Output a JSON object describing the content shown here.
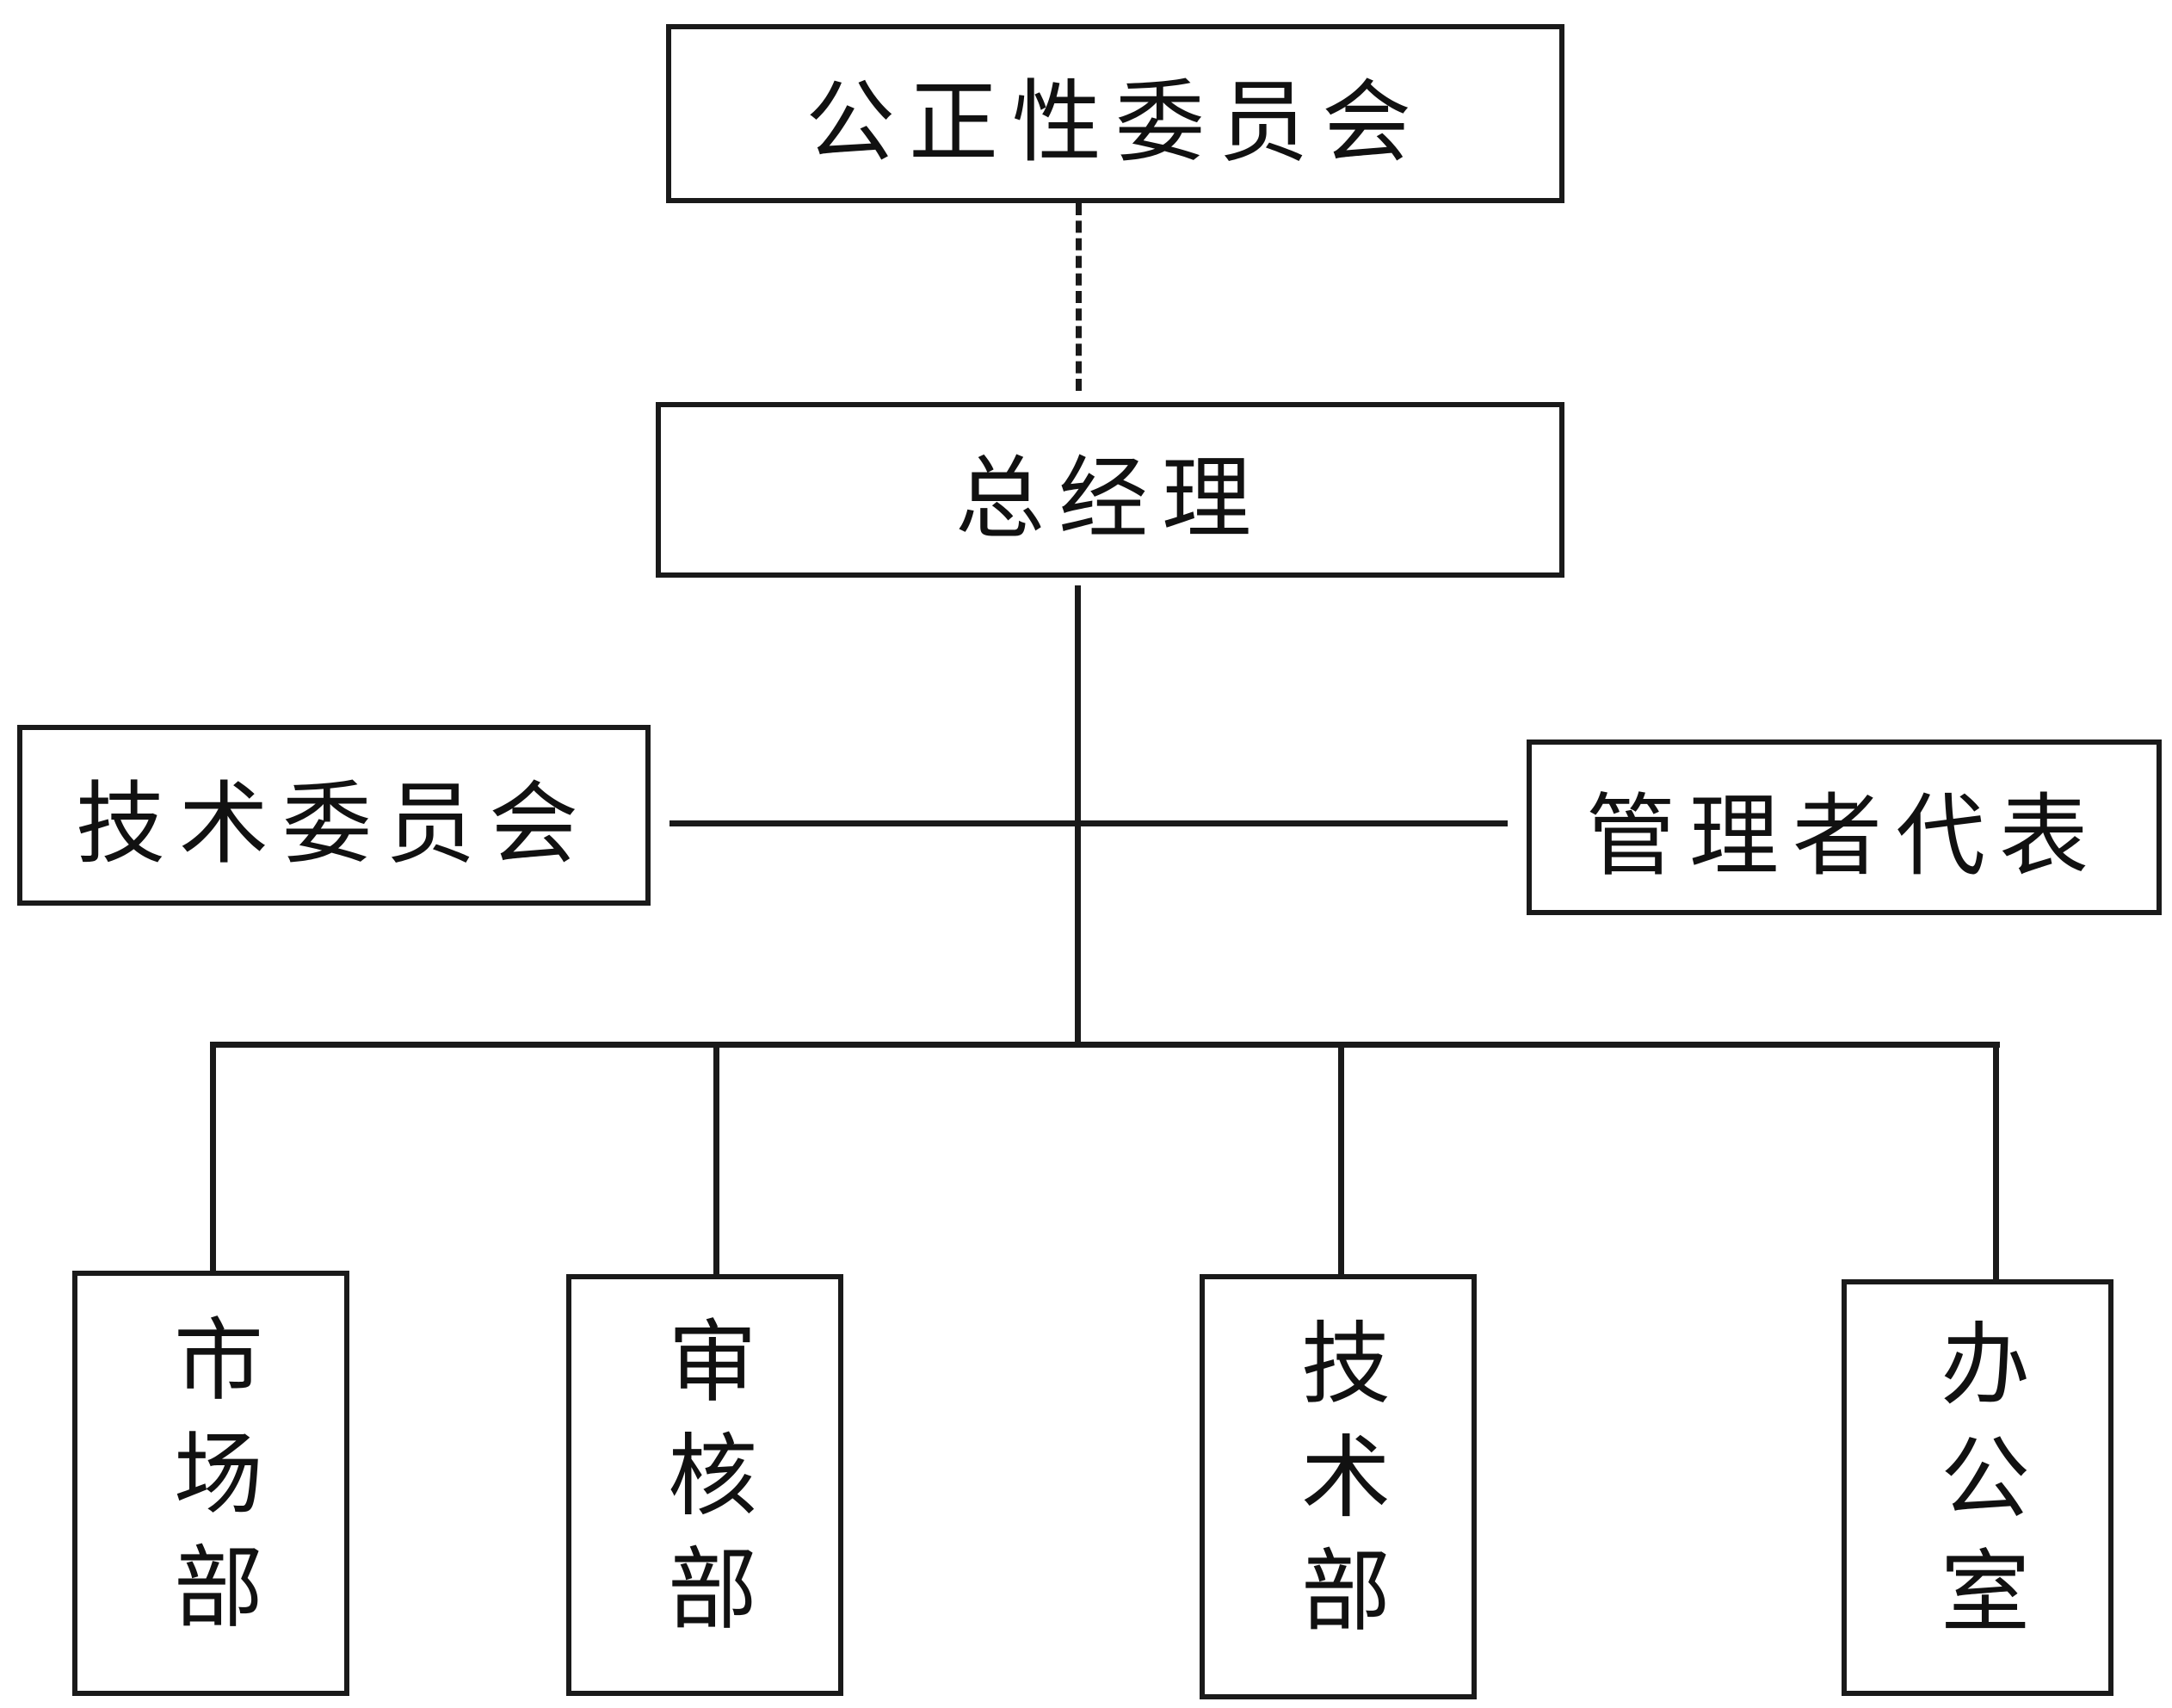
{
  "org_chart": {
    "impartiality_committee": "公正性委员会",
    "general_manager": "总经理",
    "technical_committee": "技术委员会",
    "management_representative": "管理者代表",
    "departments": [
      "市场部",
      "审核部",
      "技术部",
      "办公室"
    ]
  }
}
